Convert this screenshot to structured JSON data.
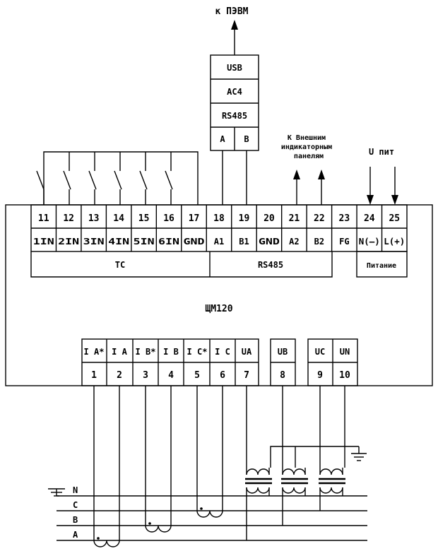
{
  "pc_label": "к ПЭВМ",
  "interface": {
    "usb": "USB",
    "ac4": "AC4",
    "rs485": "RS485",
    "a": "A",
    "b": "B"
  },
  "ext_label": [
    "К Внешним",
    "индикаторным",
    "панелям"
  ],
  "supply_label": "U пит",
  "device_name": "ЩМ120",
  "top_terminals": [
    {
      "num": "11",
      "name": "1IN"
    },
    {
      "num": "12",
      "name": "2IN"
    },
    {
      "num": "13",
      "name": "3IN"
    },
    {
      "num": "14",
      "name": "4IN"
    },
    {
      "num": "15",
      "name": "5IN"
    },
    {
      "num": "16",
      "name": "6IN"
    },
    {
      "num": "17",
      "name": "GND"
    },
    {
      "num": "18",
      "name": "A1"
    },
    {
      "num": "19",
      "name": "B1"
    },
    {
      "num": "20",
      "name": "GND"
    },
    {
      "num": "21",
      "name": "A2"
    },
    {
      "num": "22",
      "name": "B2"
    },
    {
      "num": "23",
      "name": "FG"
    },
    {
      "num": "24",
      "name": "N(–)"
    },
    {
      "num": "25",
      "name": "L(+)"
    }
  ],
  "groups": {
    "tc": "ТС",
    "rs485": "RS485",
    "power": "Питание"
  },
  "bottom_terminals": [
    {
      "num": "1",
      "name": "I A*"
    },
    {
      "num": "2",
      "name": "I A"
    },
    {
      "num": "3",
      "name": "I B*"
    },
    {
      "num": "4",
      "name": "I B"
    },
    {
      "num": "5",
      "name": "I C*"
    },
    {
      "num": "6",
      "name": "I C"
    },
    {
      "num": "7",
      "name": "UA"
    },
    {
      "num": "8",
      "name": "UB"
    },
    {
      "num": "9",
      "name": "UC"
    },
    {
      "num": "10",
      "name": "UN"
    }
  ],
  "phases": [
    "N",
    "C",
    "B",
    "A"
  ]
}
